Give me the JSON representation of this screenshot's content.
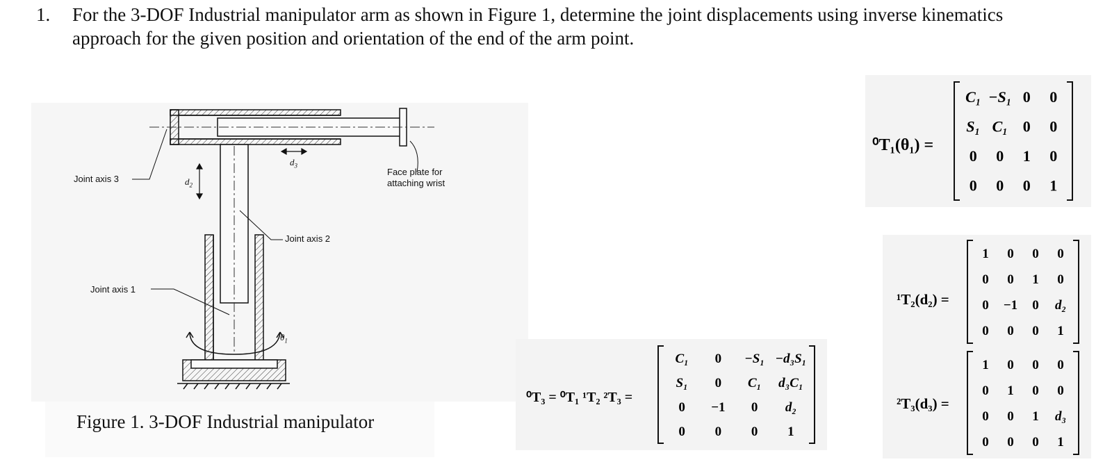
{
  "problem": {
    "number": "1.",
    "text": "For the 3-DOF Industrial manipulator arm as shown in Figure 1, determine the joint displacements using inverse kinematics approach for the given position and orientation of the end of the arm point."
  },
  "figure": {
    "caption": "Figure 1. 3-DOF Industrial manipulator",
    "labels": {
      "joint_axis_3": "Joint axis 3",
      "joint_axis_2": "Joint axis 2",
      "joint_axis_1": "Joint axis 1",
      "face_plate_1": "Face plate for",
      "face_plate_2": "attaching wrist",
      "d2": "d",
      "d2_sub": "2",
      "d3": "d",
      "d3_sub": "3",
      "theta": "θ",
      "theta_sub": "1"
    }
  },
  "equations": {
    "T01": {
      "lhs": "⁰T₁(θ₁) =",
      "matrix": [
        [
          "C₁",
          "−S₁",
          "0",
          "0"
        ],
        [
          "S₁",
          "C₁",
          "0",
          "0"
        ],
        [
          "0",
          "0",
          "1",
          "0"
        ],
        [
          "0",
          "0",
          "0",
          "1"
        ]
      ]
    },
    "T12": {
      "lhs": "¹T₂(d₂) =",
      "matrix": [
        [
          "1",
          "0",
          "0",
          "0"
        ],
        [
          "0",
          "0",
          "1",
          "0"
        ],
        [
          "0",
          "−1",
          "0",
          "d₂"
        ],
        [
          "0",
          "0",
          "0",
          "1"
        ]
      ]
    },
    "T23": {
      "lhs": "²T₃(d₃) =",
      "matrix": [
        [
          "1",
          "0",
          "0",
          "0"
        ],
        [
          "0",
          "1",
          "0",
          "0"
        ],
        [
          "0",
          "0",
          "1",
          "d₃"
        ],
        [
          "0",
          "0",
          "0",
          "1"
        ]
      ]
    },
    "T03": {
      "lhs": "⁰T₃ = ⁰T₁ ¹T₂ ²T₃ =",
      "matrix": [
        [
          "C₁",
          "0",
          "−S₁",
          "−d₃S₁"
        ],
        [
          "S₁",
          "0",
          "C₁",
          "d₃C₁"
        ],
        [
          "0",
          "−1",
          "0",
          "d₂"
        ],
        [
          "0",
          "0",
          "0",
          "1"
        ]
      ]
    }
  }
}
